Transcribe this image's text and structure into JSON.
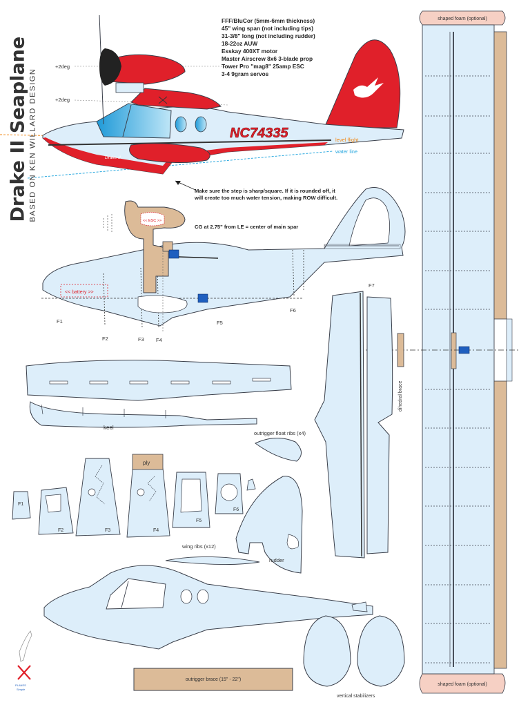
{
  "title": {
    "main": "Drake II Seaplane",
    "subtitle": "BASED ON KEN WILLARD DESIGN"
  },
  "specs": [
    "FFF/BluCor (5mm-6mm thickness)",
    "45\" wing span (not including tips)",
    "31-3/8\" long (not including rudder)",
    "18-22oz AUW",
    "Esskay 400XT motor",
    "Master Airscrew 8x6 3-blade prop",
    "Tower Pro \"mag8\" 25amp ESC",
    "3-4 9gram servos"
  ],
  "side_view": {
    "registration": "NC74335",
    "fuselage_script": "Drake II",
    "angle_labels": [
      "+2deg",
      "+2deg"
    ],
    "level_flight_label": "level flight",
    "water_line_label": "water line"
  },
  "notes": {
    "step": "Make sure the step is sharp/square. If it is rounded off, it will create too much water tension, making ROW difficult.",
    "cg": "CG at 2.75\" from LE = center of main spar"
  },
  "internal_view": {
    "battery_label": "<< battery >>",
    "esc_label": "<< ESC >>",
    "former_labels": [
      "F1",
      "F2",
      "F3",
      "F4",
      "F5",
      "F6",
      "F7"
    ]
  },
  "parts": {
    "keel": "keel",
    "outrigger_float_ribs": "outrigger float ribs (x4)",
    "formers": [
      "F1",
      "F2",
      "F3",
      "F4",
      "F5",
      "F6"
    ],
    "ply": "ply",
    "wing_ribs": "wing ribs (x12)",
    "rudder": "rudder",
    "outrigger_brace": "outrigger brace (15\" - 22\")",
    "vertical_stabilizers": "vertical stabilizers",
    "dihedral_brace": "dihedral brace",
    "shaped_foam_top": "shaped foam (optional)",
    "shaped_foam_bottom": "shaped foam (optional)"
  },
  "logo": {
    "text_top": "PLANES",
    "text_bottom": "Simple"
  },
  "colors": {
    "foam": "#ddeefa",
    "outline": "#3a3f4a",
    "red": "#e0202a",
    "balsa": "#dcbb98",
    "servo": "#1f5fbf",
    "level_flight": "#f08a1a",
    "water_line": "#29a8df",
    "tip_pink": "#f6d0c4"
  }
}
